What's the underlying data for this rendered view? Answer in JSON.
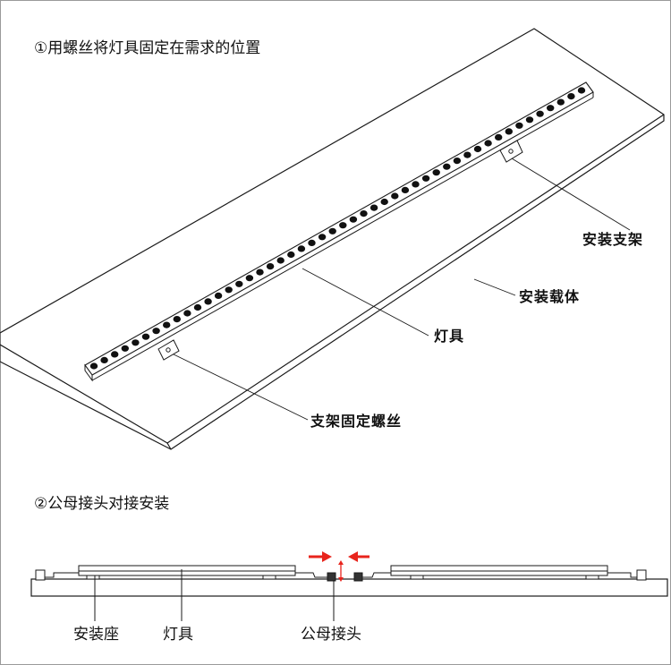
{
  "step1": {
    "title": "①用螺丝将灯具固定在需求的位置",
    "labels": {
      "bracket": "安装支架",
      "carrier": "安装载体",
      "fixture": "灯具",
      "screw": "支架固定螺丝"
    }
  },
  "step2": {
    "title": "②公母接头对接安装",
    "labels": {
      "base": "安装座",
      "fixture": "灯具",
      "connector": "公母接头"
    }
  },
  "colors": {
    "line": "#1a1a1a",
    "arrow": "#e8241c",
    "led_dot": "#111111"
  }
}
